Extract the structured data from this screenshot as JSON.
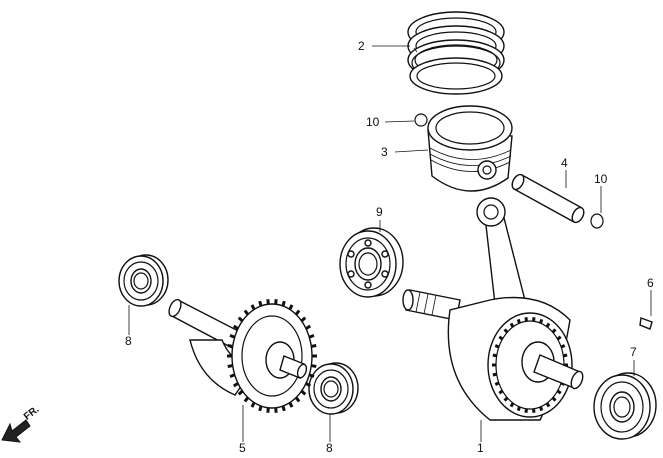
{
  "parts": [
    {
      "id": "crankshaft",
      "callout": "1"
    },
    {
      "id": "piston-ring-set",
      "callout": "2"
    },
    {
      "id": "piston",
      "callout": "3"
    },
    {
      "id": "piston-pin",
      "callout": "4"
    },
    {
      "id": "balancer-shaft",
      "callout": "5"
    },
    {
      "id": "woodruff-key",
      "callout": "6"
    },
    {
      "id": "crank-bearing-right",
      "callout": "7"
    },
    {
      "id": "balancer-bearing-left",
      "callout": "8"
    },
    {
      "id": "balancer-bearing-right",
      "callout": "8"
    },
    {
      "id": "crank-bearing-left",
      "callout": "9"
    },
    {
      "id": "pin-clip-left",
      "callout": "10"
    },
    {
      "id": "pin-clip-right",
      "callout": "10"
    }
  ],
  "direction_label": "FR.",
  "colors": {
    "line": "#111111",
    "background": "#ffffff"
  },
  "icons": {
    "direction": "front-arrow-icon"
  }
}
